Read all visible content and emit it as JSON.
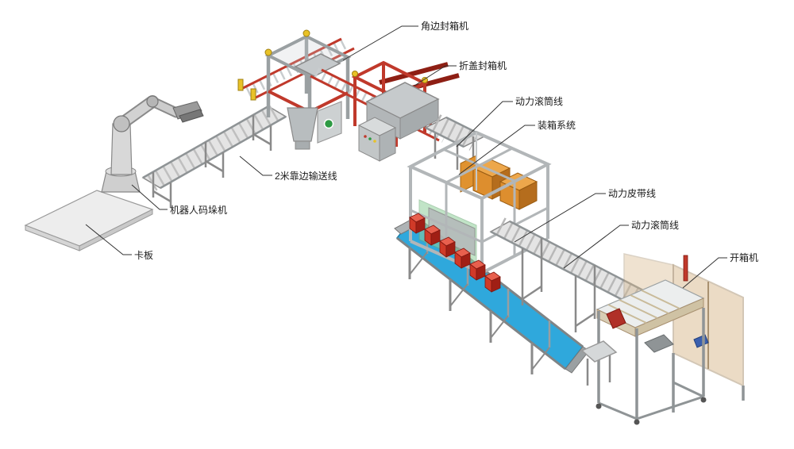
{
  "diagram": {
    "labels": {
      "corner_sealer": "角边封箱机",
      "flap_sealer": "折盖封箱机",
      "power_roller_top": "动力滚筒线",
      "packing_system": "装箱系统",
      "power_belt": "动力皮带线",
      "power_roller_right": "动力滚筒线",
      "case_erector": "开箱机",
      "edge_conveyor": "2米靠边输送线",
      "robot_palletizer": "机器人码垛机",
      "pallet": "卡板"
    },
    "colors": {
      "machine_red": "#c0392b",
      "dark_red": "#8e1f14",
      "belt_blue": "#2fa8dc",
      "box_red": "#d03a28",
      "box_orange": "#dd8e2e",
      "accent_yellow": "#e8c227",
      "panel_green": "#8fcf9b",
      "panel_amber": "#d8b98c",
      "accent_blue": "#3a5fae",
      "logo_green": "#2d9a43",
      "frame_gray": "#b2b6b8"
    }
  }
}
